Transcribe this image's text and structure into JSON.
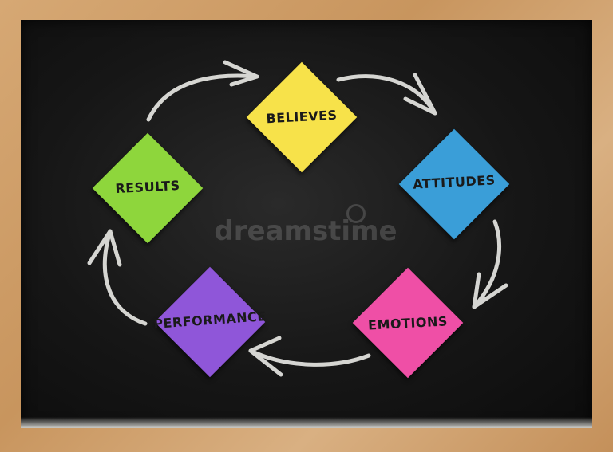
{
  "notes": {
    "believes": {
      "label": "BELIEVES",
      "color": "#f7e24a"
    },
    "attitudes": {
      "label": "ATTITUDES",
      "color": "#3a9ed8"
    },
    "emotions": {
      "label": "EMOTIONS",
      "color": "#ef4fa6"
    },
    "performance": {
      "label": "PERFORMANCE",
      "color": "#8f56d9"
    },
    "results": {
      "label": "RESULTS",
      "color": "#8ed63c"
    }
  },
  "watermark": "dreamstime",
  "colors": {
    "board": "#141414",
    "frame": "#c8955e",
    "chalk": "#e8e8e4"
  }
}
